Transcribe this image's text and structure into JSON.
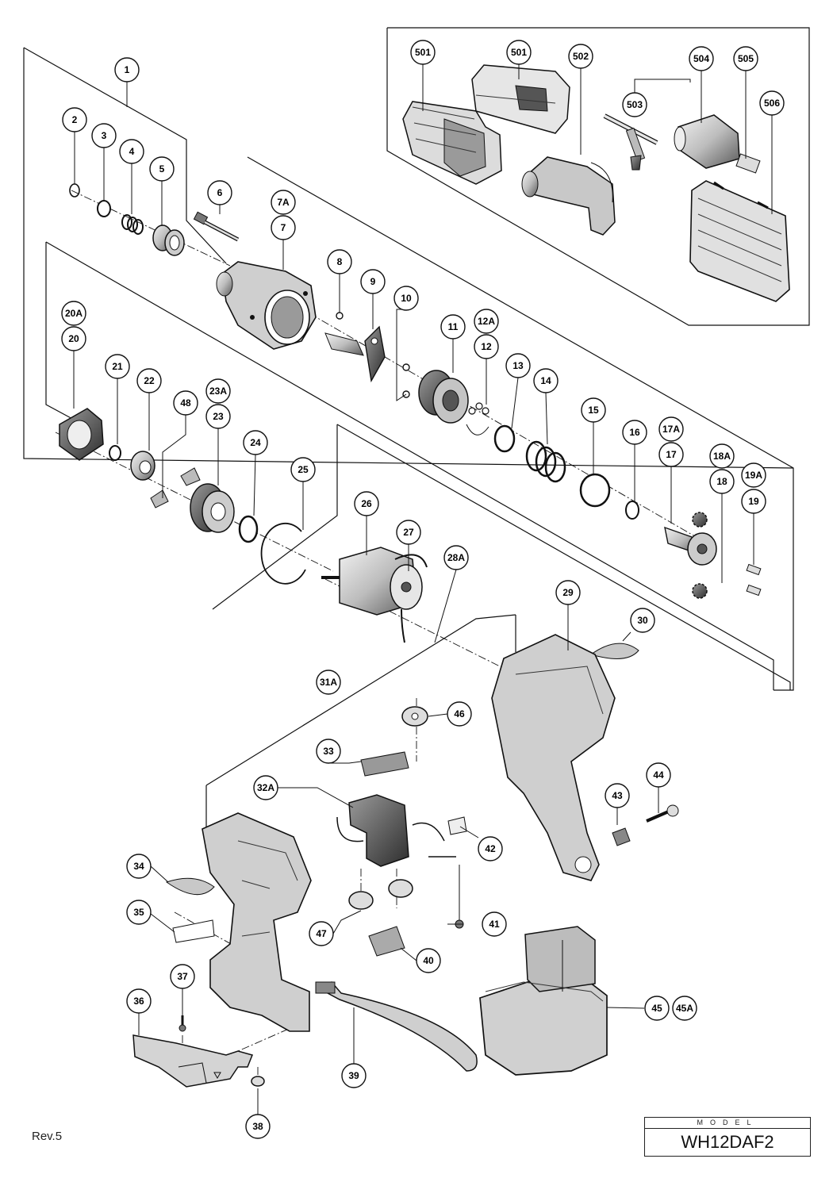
{
  "revision": "Rev.5",
  "model": {
    "label": "MODEL",
    "value": "WH12DAF2"
  },
  "callouts": [
    "501",
    "501",
    "502",
    "504",
    "505",
    "503",
    "506",
    "1",
    "2",
    "3",
    "4",
    "5",
    "6",
    "7A",
    "7",
    "8",
    "9",
    "10",
    "11",
    "12A",
    "12",
    "13",
    "14",
    "15",
    "16",
    "17A",
    "17",
    "18A",
    "18",
    "19A",
    "19",
    "20A",
    "20",
    "21",
    "22",
    "23A",
    "23",
    "48",
    "24",
    "25",
    "26",
    "27",
    "28A",
    "29",
    "30",
    "31A",
    "46",
    "33",
    "32A",
    "42",
    "43",
    "44",
    "34",
    "35",
    "47",
    "41",
    "40",
    "36",
    "37",
    "45",
    "45A",
    "39",
    "38"
  ],
  "colors": {
    "line": "#111111",
    "part_fill": "#d9d9d9",
    "part_dark": "#4a4a4a"
  },
  "icons": [
    "charger-icon",
    "chuck-key-icon",
    "drill-chuck-icon",
    "carrying-case-icon",
    "motor-icon",
    "housing-icon",
    "battery-icon",
    "strap-icon",
    "switch-icon"
  ]
}
